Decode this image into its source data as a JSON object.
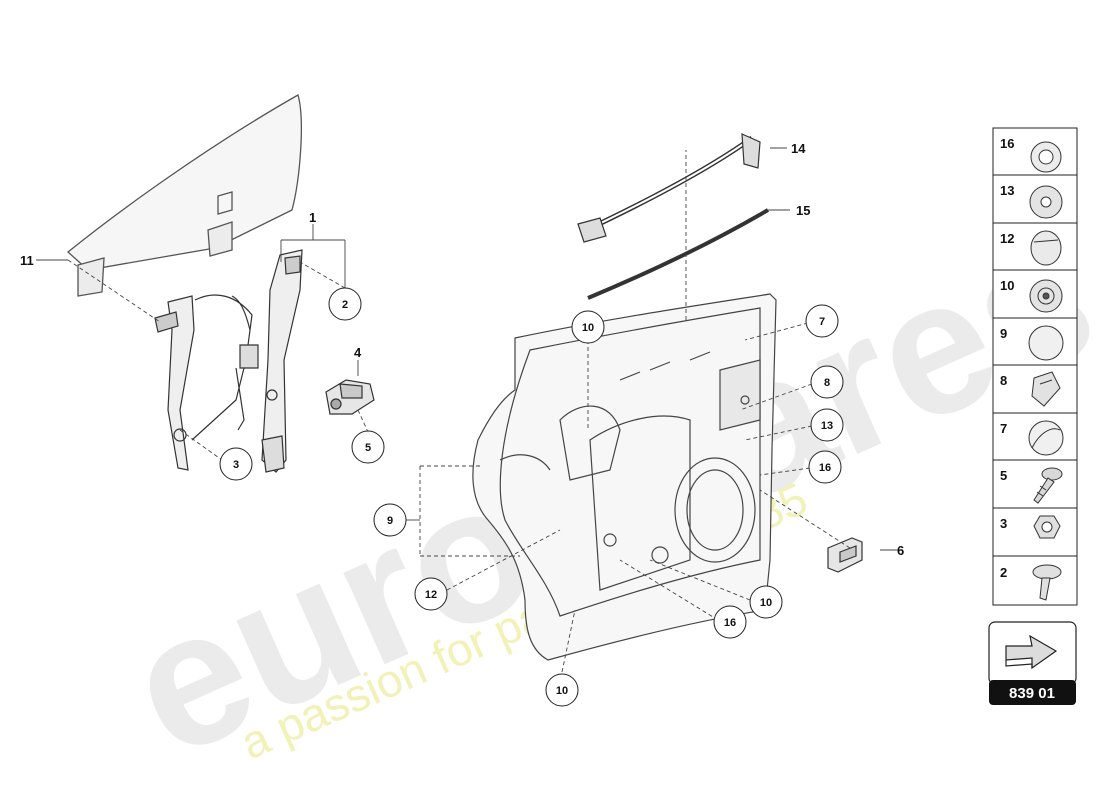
{
  "watermark": {
    "brand": "eurospares",
    "tagline": "a passion for parts since 1985"
  },
  "callouts": {
    "c1": "1",
    "c2": "2",
    "c3": "3",
    "c4": "4",
    "c5": "5",
    "c6": "6",
    "c7": "7",
    "c8": "8",
    "c9": "9",
    "c10a": "10",
    "c10b": "10",
    "c10c": "10",
    "c11": "11",
    "c12": "12",
    "c13": "13",
    "c14": "14",
    "c15": "15",
    "c16a": "16",
    "c16b": "16"
  },
  "legend": [
    {
      "num": "16"
    },
    {
      "num": "13"
    },
    {
      "num": "12"
    },
    {
      "num": "10"
    },
    {
      "num": "9"
    },
    {
      "num": "8"
    },
    {
      "num": "7"
    },
    {
      "num": "5"
    },
    {
      "num": "3"
    },
    {
      "num": "2"
    }
  ],
  "diagram_code": "839 01"
}
